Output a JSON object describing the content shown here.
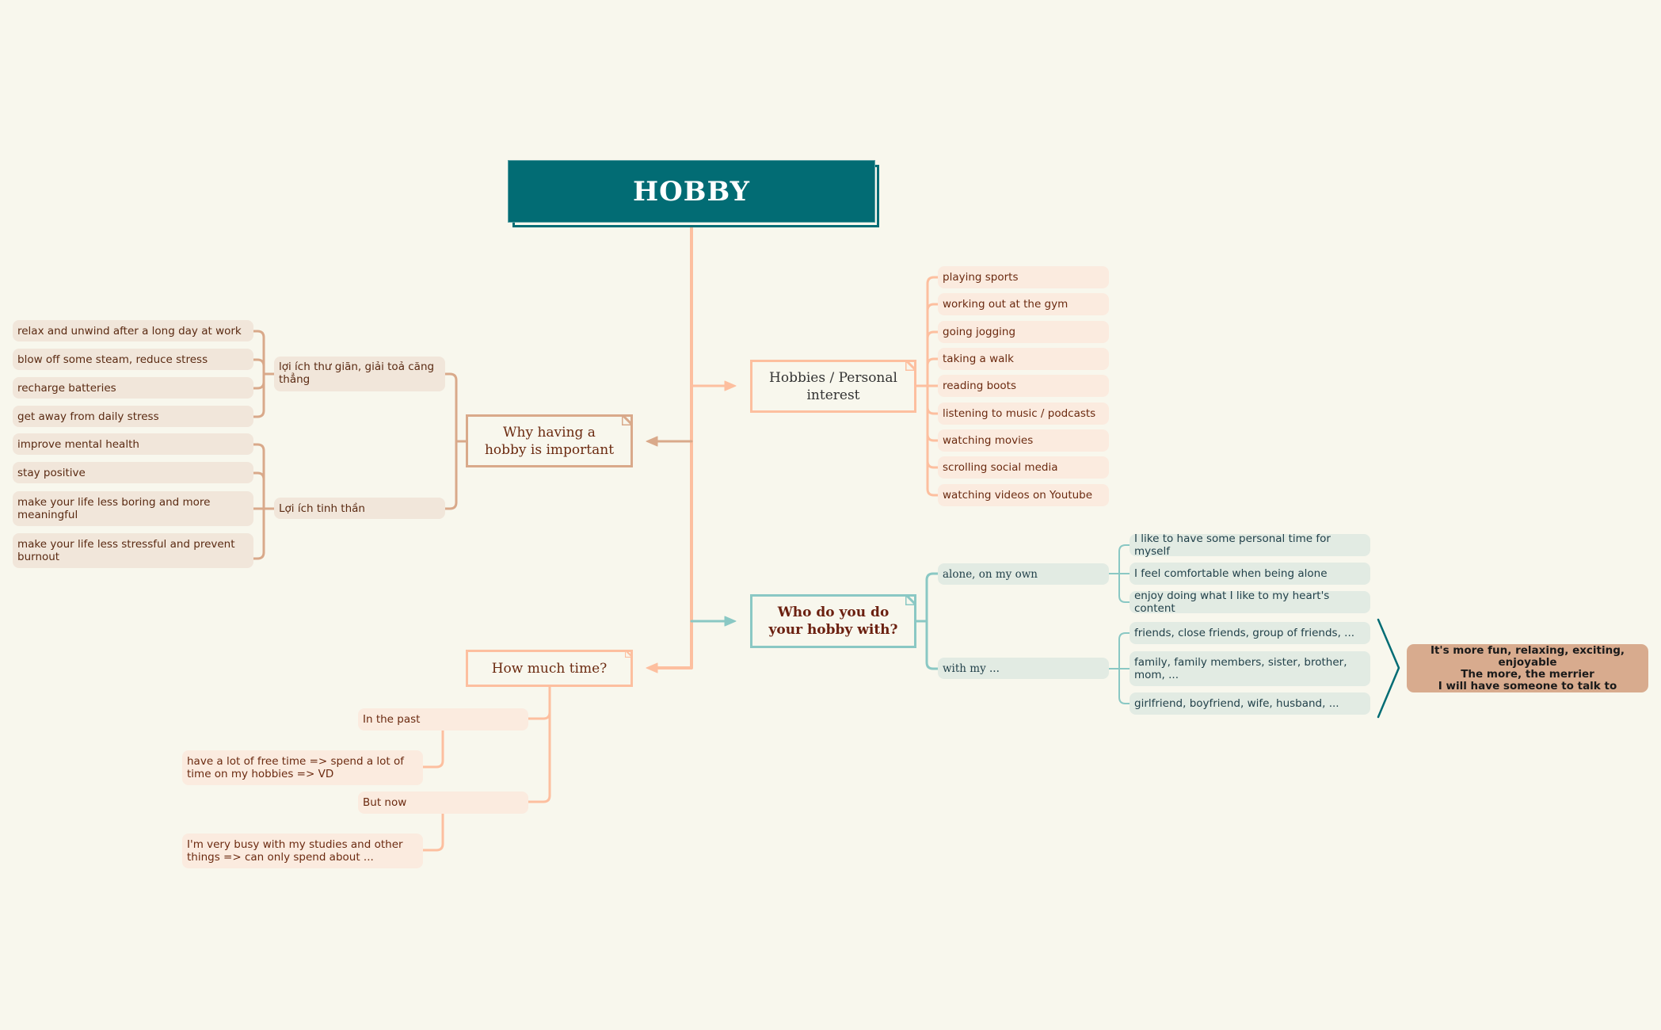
{
  "colors": {
    "background": "#f8f7ed",
    "title_fill": "#026c74",
    "trunk": "#fdbf9f",
    "brown_branch": "#d9a98a",
    "teal_branch": "#8ac8c4",
    "summary_fill": "#d8ab8e",
    "summary_bracket": "#026c74"
  },
  "central": {
    "label": "HOBBY"
  },
  "why": {
    "label_line1": "Why having a",
    "label_line2": "hobby is important",
    "groups": [
      {
        "label": "lợi ích thư giãn, giải toả căng thẳng",
        "items": [
          "relax and unwind after a long day at work",
          "blow off some steam, reduce stress",
          "recharge batteries",
          "get away from daily stress"
        ]
      },
      {
        "label": "Lợi ích tinh thần",
        "items": [
          "improve mental health",
          "stay positive",
          "make your life less boring and more meaningful",
          "make your life less stressful and prevent burnout"
        ]
      }
    ]
  },
  "hobbies": {
    "label_line1": "Hobbies / Personal",
    "label_line2": "interest",
    "items": [
      "playing sports",
      "working out at the gym",
      "going jogging",
      "taking a walk",
      "reading boots",
      "listening to music / podcasts",
      "watching movies",
      "scrolling social media",
      "watching videos on Youtube"
    ]
  },
  "who": {
    "label_line1": "Who do you do",
    "label_line2": "your hobby with?",
    "groups": [
      {
        "label": "alone, on my own",
        "items": [
          "I like to have some personal time for myself",
          "I feel comfortable when being alone",
          "enjoy doing what I like to my heart's content"
        ]
      },
      {
        "label": "with my ...",
        "items": [
          "friends, close friends, group of friends, ...",
          "family, family members, sister, brother, mom, ...",
          "girlfriend, boyfriend, wife, husband, ..."
        ]
      }
    ],
    "summary": {
      "line1": "It's more fun, relaxing, exciting, enjoyable",
      "line2": "The more, the merrier",
      "line3": "I will have someone to talk to"
    }
  },
  "time": {
    "label": "How much time?",
    "groups": [
      {
        "label": "In the past",
        "detail": "have a lot of free time => spend a lot of time on my hobbies => VD"
      },
      {
        "label": "But now",
        "detail": "I'm very busy with my studies and other things => can only spend about ..."
      }
    ]
  }
}
